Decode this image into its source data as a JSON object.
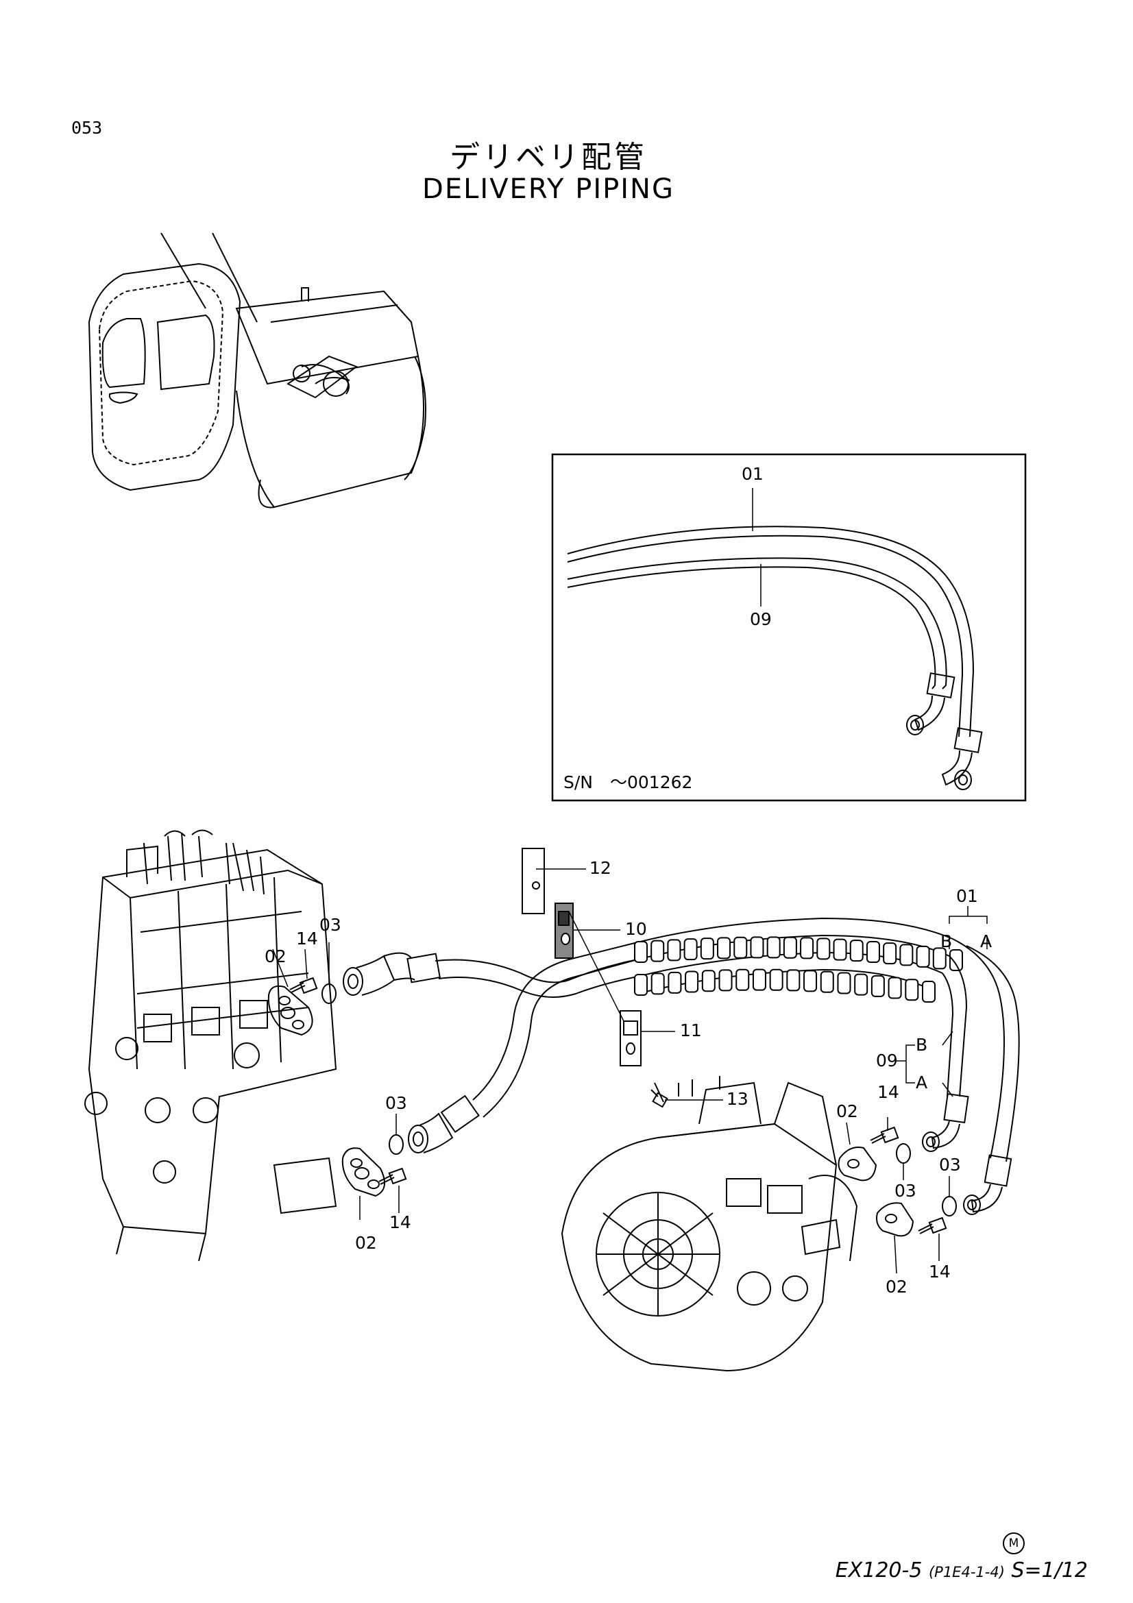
{
  "page_number": "053",
  "title_jp": "デリベリ配管",
  "title_en": "DELIVERY PIPING",
  "inset": {
    "serial_note": "S/N　～001262",
    "labels": {
      "top": "01",
      "bottom": "09"
    }
  },
  "callouts": {
    "p12": "12",
    "p10": "10",
    "p11": "11",
    "p13": "13",
    "p01": "01",
    "p01_b": "B",
    "p01_a": "A",
    "p09": "09",
    "p09_b": "B",
    "p09_a": "A",
    "left_02a": "02",
    "left_14a": "14",
    "left_03a": "03",
    "left_03b": "03",
    "left_02b": "02",
    "left_14b": "14",
    "right_02a": "02",
    "right_14a": "14",
    "right_03a": "03",
    "right_03b": "03",
    "right_02b": "02",
    "right_14b": "14"
  },
  "footer": {
    "model": "EX120-5",
    "ref": "(P1E4-1-4)",
    "scale": "S=1/12",
    "badge": "M"
  }
}
